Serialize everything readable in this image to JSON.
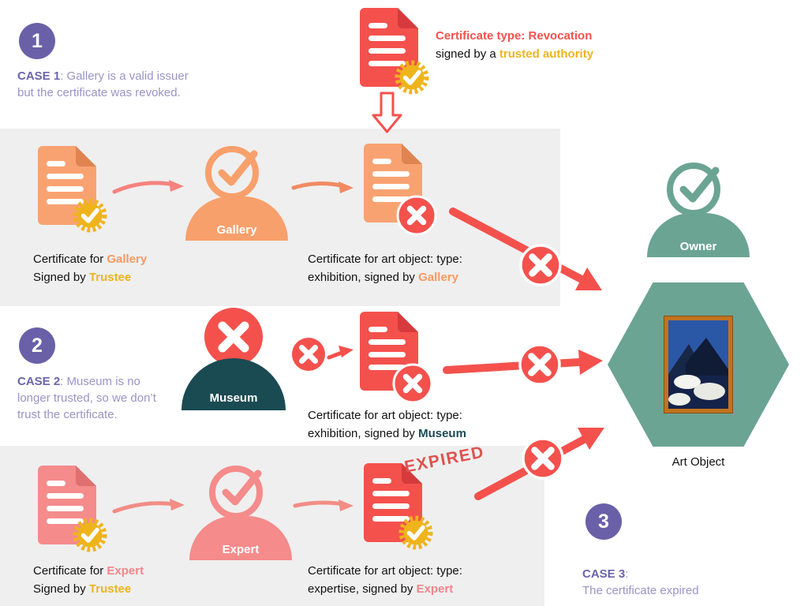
{
  "palette": {
    "accent_red": "#f4514d",
    "accent_orange": "#f8a06c",
    "accent_pink": "#f58b8b",
    "accent_gold": "#efb41c",
    "accent_green": "#6ba493",
    "accent_teal": "#1a4a52",
    "accent_purple": "#6a60a8",
    "row_band_gray": "#efefef"
  },
  "revocation_note": {
    "line1": "Certificate type: Revocation",
    "line2_prefix": "signed by a ",
    "line2_highlight": "trusted authority"
  },
  "case1": {
    "number": "1",
    "title": "CASE 1",
    "body": ": Gallery is a valid issuer but the certificate was revoked."
  },
  "case2": {
    "number": "2",
    "title": "CASE 2",
    "body": ": Museum is no longer trusted, so we don’t trust the certificate."
  },
  "case3": {
    "number": "3",
    "title": "CASE 3",
    "body": ":\nThe certificate expired"
  },
  "row1": {
    "cert_left": {
      "l1_prefix": "Certificate for ",
      "l1_name": "Gallery",
      "l2_prefix": "Signed by ",
      "l2_name": "Trustee"
    },
    "actor_label": "Gallery",
    "cert_right": {
      "l1": "Certificate for art object: type:",
      "l2_prefix": "exhibition, signed by ",
      "l2_name": "Gallery"
    }
  },
  "row2": {
    "actor_label": "Museum",
    "cert": {
      "l1": "Certificate for art object: type:",
      "l2_prefix": "exhibition, signed by ",
      "l2_name": "Museum"
    }
  },
  "row3": {
    "cert_left": {
      "l1_prefix": "Certificate for ",
      "l1_name": "Expert",
      "l2_prefix": "Signed by ",
      "l2_name": "Trustee"
    },
    "actor_label": "Expert",
    "stamp": "EXPIRED",
    "cert_right": {
      "l1": "Certificate for art object: type:",
      "l2_prefix": "expertise, signed by ",
      "l2_name": "Expert"
    }
  },
  "owner_label": "Owner",
  "art_object_label": "Art Object"
}
